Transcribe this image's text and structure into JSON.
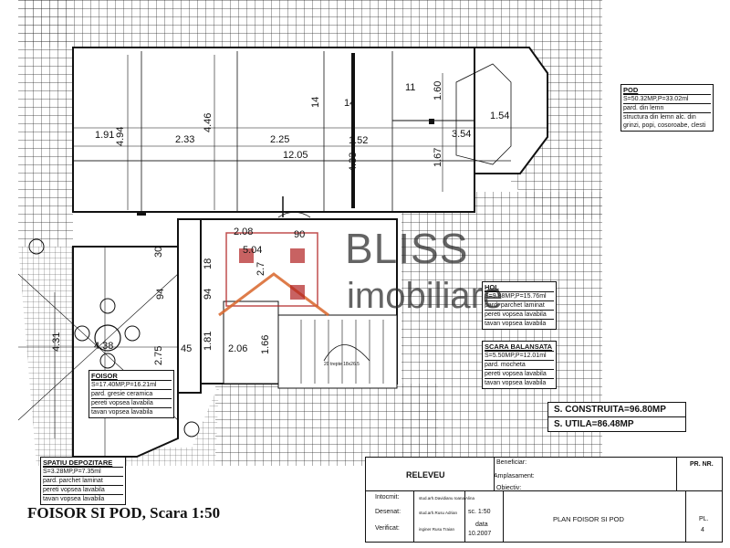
{
  "drawing_title": "FOISOR SI POD, Scara 1:50",
  "dimensions": {
    "d_1_91": "1.91",
    "d_2_33": "2.33",
    "d_2_25": "2.25",
    "d_1_52": "1.52",
    "d_12_05": "12.05",
    "d_3_54": "3.54",
    "d_1_54": "1.54",
    "d_4_94": "4.94",
    "d_4_46": "4.46",
    "d_14a": "14",
    "d_14b": "14",
    "d_11": "11",
    "d_1_60": "1.60",
    "d_4_33": "4.33",
    "d_1_67": "1.67",
    "d_2_08": "2.08",
    "d_90": "90",
    "d_5_04": "5.04",
    "d_2_7": "2.7",
    "d_18": "18",
    "d_30": "30",
    "d_94a": "94",
    "d_94b": "94",
    "d_4_31": "4.31",
    "d_4_38": "4.38",
    "d_2_75": "2.75",
    "d_45": "45",
    "d_1_81": "1.81",
    "d_2_06": "2.06",
    "d_1_66": "1.66",
    "d_stair": "20 trepte 18x26.5"
  },
  "rooms": {
    "pod": {
      "name": "POD",
      "area": "S=50.32MP,P=33.02ml",
      "floor": "pard. din lemn",
      "structure": "structura din lemn alc. din grinzi, popi, cosoroabe, clesti"
    },
    "hol": {
      "name": "HOL",
      "area": "S=9.88MP,P=15.76ml",
      "floor": "pard. parchet laminat",
      "walls": "pereti vopsea lavabila",
      "ceiling": "tavan vopsea lavabila"
    },
    "scara": {
      "name": "SCARA BALANSATA",
      "area": "S=5.50MP,P=12.01ml",
      "floor": "pard. mocheta",
      "walls": "pereti vopsea lavabila",
      "ceiling": "tavan vopsea lavabila"
    },
    "foisor": {
      "name": "FOISOR",
      "area": "S=17.40MP,P=16.21ml",
      "floor": "pard. gresie ceramica",
      "walls": "pereti vopsea lavabila",
      "ceiling": "tavan vopsea lavabila"
    },
    "spatiu": {
      "name": "SPATIU DEPOZITARE",
      "area": "S=3.28MP,P=7.35ml",
      "floor": "pard. parchet laminat",
      "walls": "pereti vopsea lavabila",
      "ceiling": "tavan vopsea lavabila"
    }
  },
  "totals": {
    "construita": "S. CONSTRUITA=96.80MP",
    "utila": "S. UTILA=86.48MP"
  },
  "title_block": {
    "releveu": "RELEVEU",
    "beneficiar": "Beneficiar:",
    "amplasament": "Amplasament:",
    "obiectiv": "Obiectiv:",
    "pr_nr": "PR. NR.",
    "intocmit": "Intocmit:",
    "desenat": "Desenat:",
    "verificat": "Verificat:",
    "intocmit_name": "stud.arh.Davidianu Ioana Alina",
    "desenat_name": "stud.arh.Rusu Adrian",
    "verificat_name": "inginer Rusu Traian",
    "scale": "sc. 1:50",
    "data_label": "data",
    "date": "10.2007",
    "plan_name": "PLAN FOISOR SI POD",
    "pl_label": "PL.",
    "pl_number": "4"
  },
  "watermark": {
    "brand": "BLISS",
    "subtitle": "imobiliare"
  },
  "colors": {
    "ink": "#111111",
    "watermark": "#444444",
    "logo_accent": "#d8652a",
    "logo_red": "#b02020"
  }
}
